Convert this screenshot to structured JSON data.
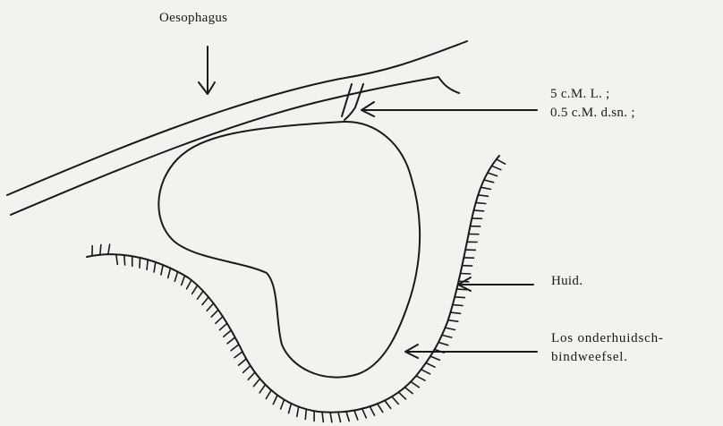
{
  "labels": {
    "oesophagus": "Oesophagus",
    "dimension_line1": "5 c.M. L. ;",
    "dimension_line2": "0.5 c.M. d.sn. ;",
    "huid": "Huid.",
    "los_line1": "Los onderhuidsch-",
    "los_line2": "bindweefsel."
  },
  "colors": {
    "ink": "#1a1a1a",
    "paper": "#f3f2ee"
  }
}
